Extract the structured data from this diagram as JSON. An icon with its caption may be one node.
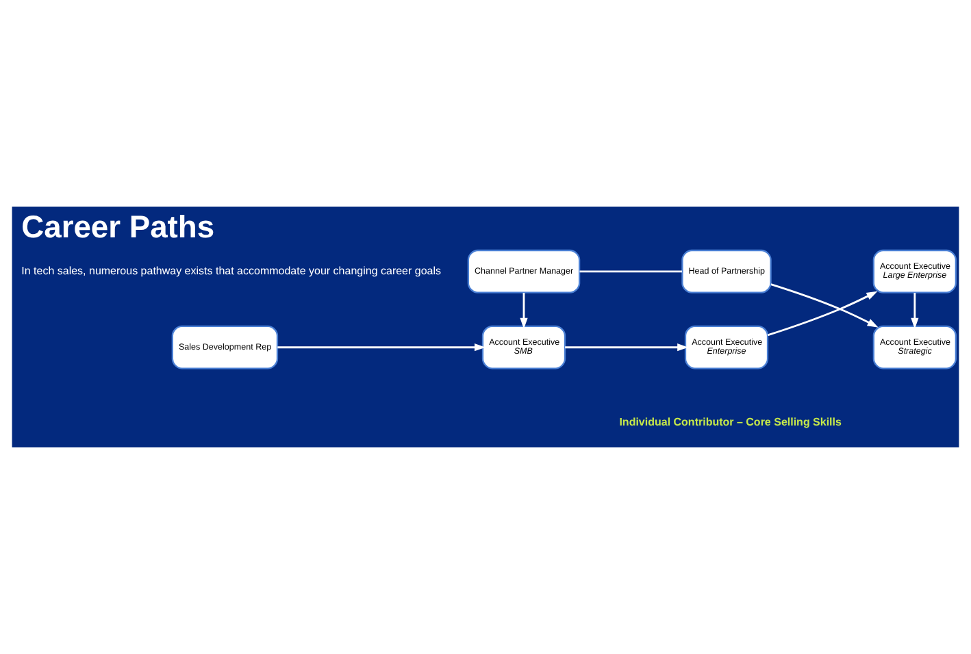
{
  "diagram": {
    "title": "Career Paths",
    "nodes": [
      {
        "text": [
          "Sales Development Rep"
        ]
      },
      {
        "text": [
          "Account Executive",
          "SMB"
        ]
      },
      {
        "text": [
          "Account Executive",
          "Enterprise"
        ]
      },
      {
        "text": [
          "Account Executive",
          "Large Enterprise"
        ]
      },
      {
        "text": [
          "Channel Partner Manager"
        ]
      },
      {
        "text": [
          "Head of Partnership"
        ]
      },
      {
        "text": [
          "Account Executive",
          "Strategic"
        ]
      }
    ],
    "edges": [
      {
        "from": 0,
        "to": 1,
        "arrow": "to"
      },
      {
        "from": 1,
        "to": 2,
        "arrow": "to"
      },
      {
        "from": 2,
        "to": 3,
        "arrow": "to"
      },
      {
        "from": 4,
        "to": 1,
        "arrow": "to"
      },
      {
        "from": 3,
        "to": 6,
        "arrow": "to"
      },
      {
        "from": 4,
        "to": 5,
        "arrow": "none"
      },
      {
        "from": 5,
        "to": 6,
        "arrow": "to"
      }
    ],
    "labels": [
      "In tech sales, numerous pathway exists that accommodate your changing career goals",
      "Individual Contributor – Core Selling Skills"
    ]
  }
}
